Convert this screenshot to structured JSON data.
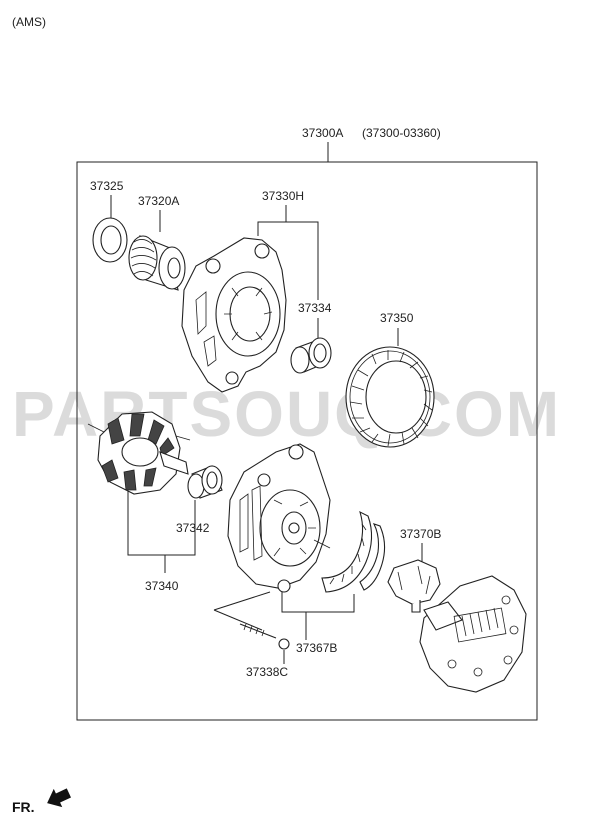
{
  "header": {
    "variant": "(AMS)"
  },
  "assembly": {
    "number": "37300A",
    "alt_number": "(37300-03360)"
  },
  "parts": {
    "p37325": "37325",
    "p37320A": "37320A",
    "p37330H": "37330H",
    "p37334": "37334",
    "p37350": "37350",
    "p37342": "37342",
    "p37340": "37340",
    "p37370B": "37370B",
    "p37367B": "37367B",
    "p37338C": "37338C"
  },
  "footer": {
    "direction": "FR."
  },
  "watermark": "PARTSOUQ.COM"
}
